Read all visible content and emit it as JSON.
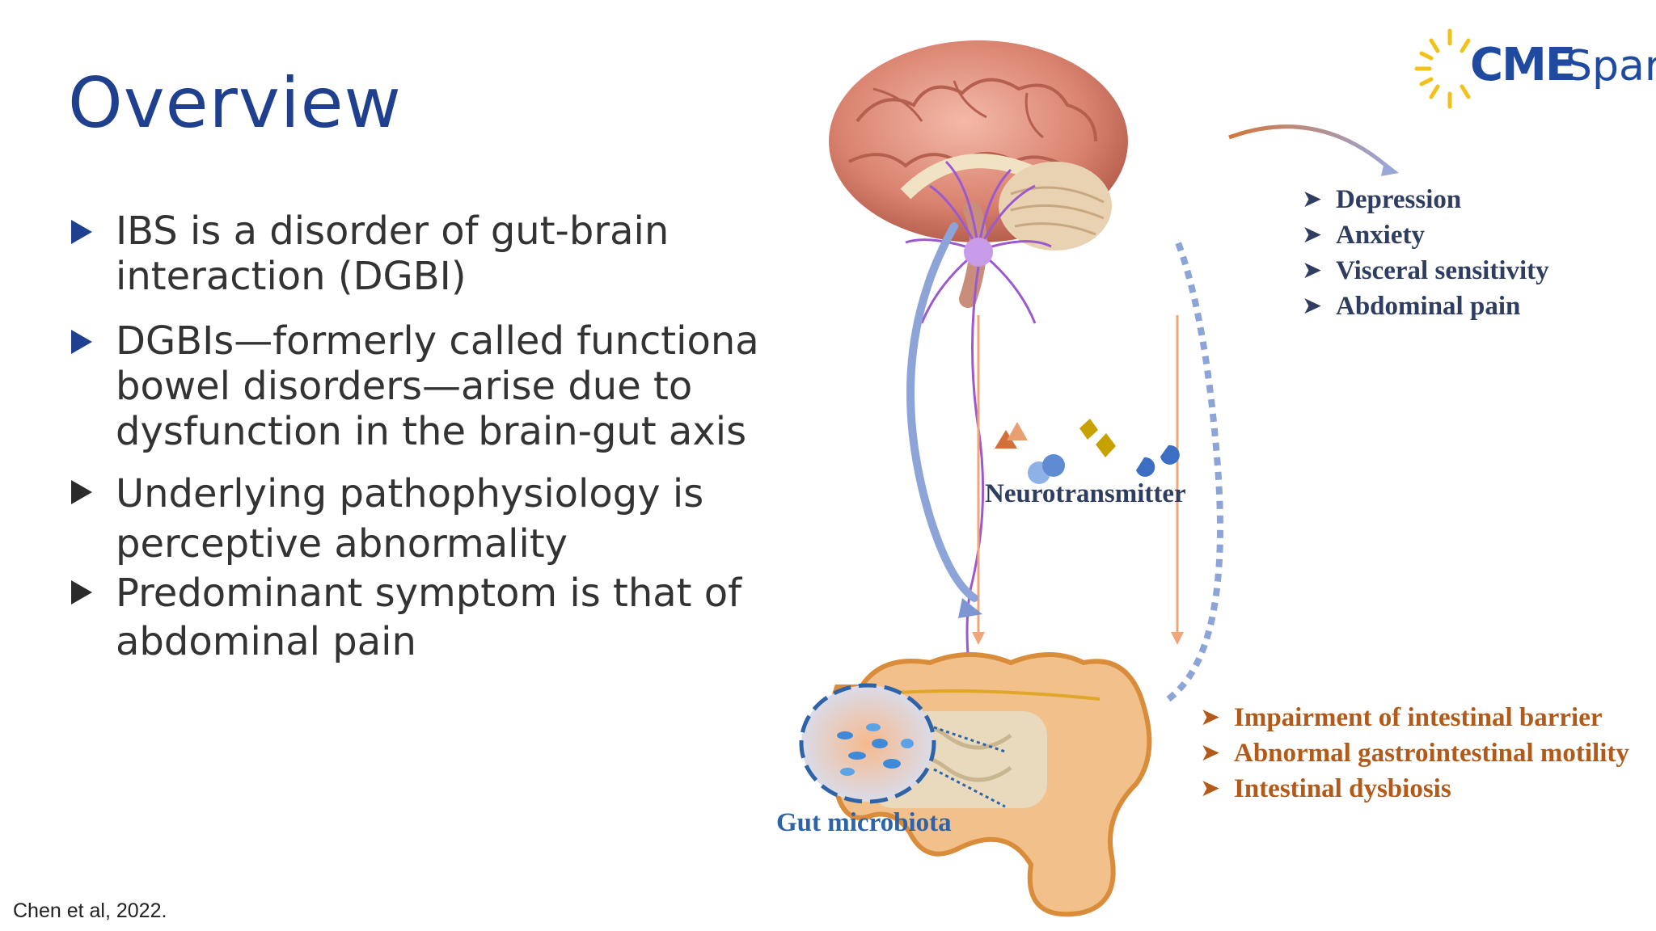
{
  "slide": {
    "title": "Overview",
    "bullets": [
      {
        "text": "IBS is a disorder of gut-brain\n interaction (DGBI)"
      },
      {
        "text": "DGBIs—formerly called functiona\nbowel disorders—arise due to\ndysfunction in the brain-gut axis"
      },
      {
        "text": "Underlying pathophysiology is\nperceptive abnormality"
      },
      {
        "text": "Predominant symptom is that of\nabdominal pain"
      }
    ],
    "citation": "Chen et al, 2022."
  },
  "logo": {
    "cme": "CME",
    "spark": "Spark"
  },
  "diagram": {
    "symptoms": [
      "Depression",
      "Anxiety",
      "Visceral sensitivity",
      "Abdominal pain"
    ],
    "neurotransmitter_label": "Neurotransmitter",
    "gut_effects": [
      "Impairment of intestinal barrier",
      "Abnormal gastrointestinal motility",
      "Intestinal dysbiosis"
    ],
    "microbiota_label": "Gut microbiota"
  },
  "colors": {
    "title": "#1f3f8f",
    "bullet_marker_blue": "#1f3f8f",
    "bullet_marker_dark": "#2b2b2b",
    "symptom_text": "#2f3e60",
    "gut_effect_text": "#b25a1a",
    "microbiota_text": "#2e63a8"
  }
}
